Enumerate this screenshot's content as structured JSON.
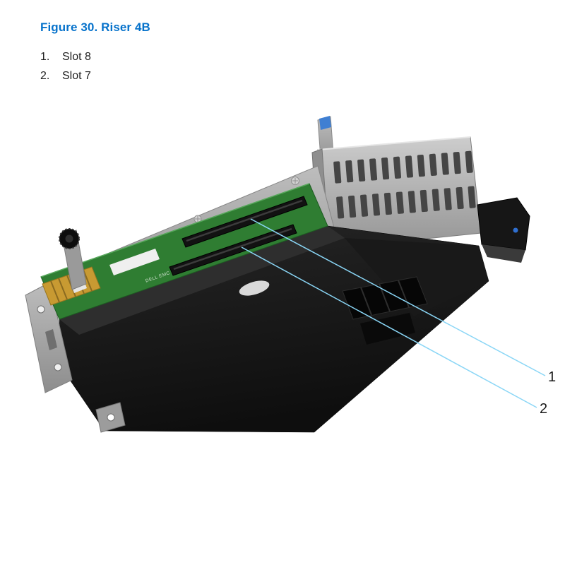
{
  "figure": {
    "title": "Figure 30. Riser 4B",
    "callouts": [
      {
        "number": "1.",
        "label": "Slot 8"
      },
      {
        "number": "2.",
        "label": "Slot 7"
      }
    ],
    "image_callouts": [
      {
        "number": "1"
      },
      {
        "number": "2"
      }
    ],
    "pcb_logo": "DELL EMC",
    "colors": {
      "title_blue": "#0672CB",
      "callout_line": "#8AD6F6",
      "pcb_green": "#2F7D32",
      "metal_gray": "#ADADAD",
      "shroud_black": "#141414",
      "gold_connector": "#C89A32"
    }
  }
}
